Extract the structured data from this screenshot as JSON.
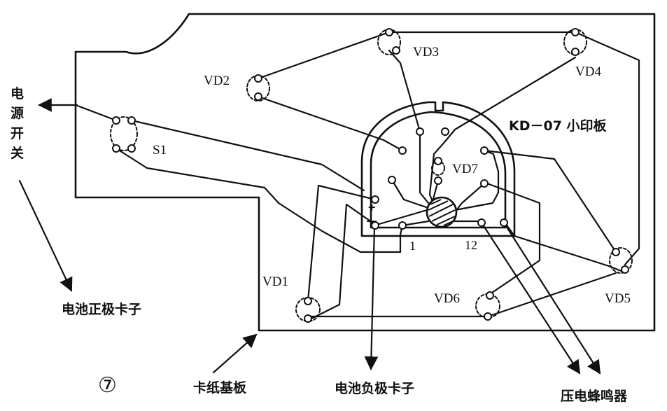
{
  "diagram": {
    "figure_number": "⑦",
    "board_label": "KD－07 小印板",
    "components": {
      "vd1": "VD1",
      "vd2": "VD2",
      "vd3": "VD3",
      "vd4": "VD4",
      "vd5": "VD5",
      "vd6": "VD6",
      "vd7": "VD7",
      "s1": "S1"
    },
    "pins": {
      "pin_1": "1",
      "pin_12": "12",
      "plus": "+",
      "minus": "－"
    },
    "callouts": {
      "power_switch": [
        "电",
        "源",
        "开",
        "关"
      ],
      "battery_positive_clip": "电池正极卡子",
      "cardboard_base": "卡纸基板",
      "battery_negative_clip": "电池负极卡子",
      "piezo_buzzer": "压电蜂鸣器"
    },
    "colors": {
      "ink": "#111111",
      "paper": "#ffffff"
    }
  }
}
